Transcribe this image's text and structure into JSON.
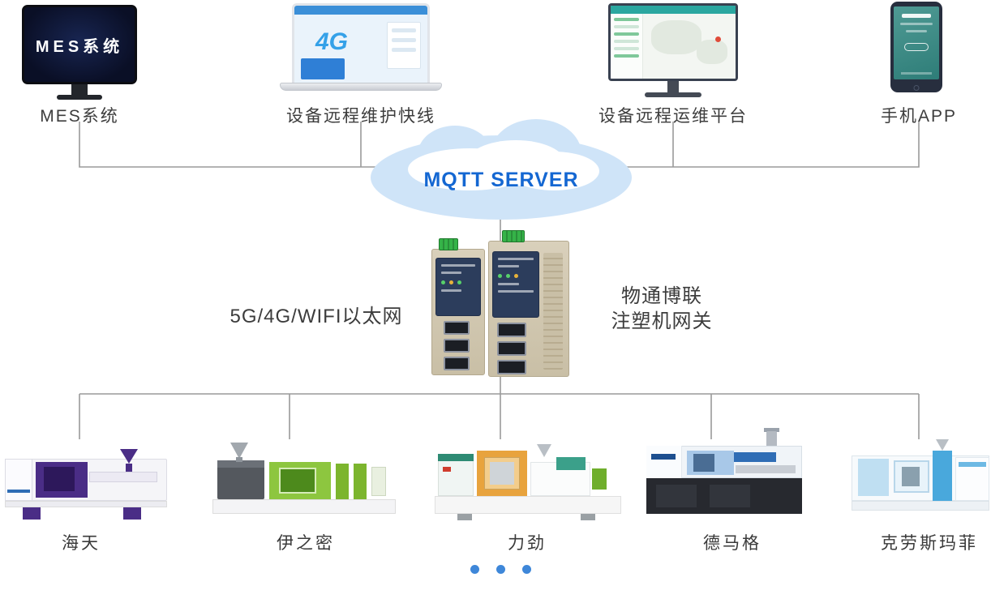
{
  "top_devices": {
    "mes": {
      "label": "MES系统",
      "screen_text": "MES系统"
    },
    "laptop": {
      "label": "设备远程维护快线",
      "screen_big_text": "4G"
    },
    "platform": {
      "label": "设备远程运维平台"
    },
    "phone": {
      "label": "手机APP"
    }
  },
  "cloud": {
    "label": "MQTT SERVER",
    "fill": "#cfe4f8",
    "text_color": "#1467d2"
  },
  "network": {
    "left_label": "5G/4G/WIFI以太网"
  },
  "gateway": {
    "name_line1": "物通博联",
    "name_line2": "注塑机网关"
  },
  "machines": [
    {
      "name": "海天",
      "accent": "#4a2d86"
    },
    {
      "name": "伊之密",
      "accent": "#8dc63f"
    },
    {
      "name": "力劲",
      "accent": "#e8a33d"
    },
    {
      "name": "德马格",
      "accent": "#2f6db5"
    },
    {
      "name": "克劳斯玛菲",
      "accent": "#49a8dc"
    }
  ],
  "pagination": {
    "count": 3,
    "color": "#3e87d9"
  },
  "line_color": "#9a9a9a"
}
